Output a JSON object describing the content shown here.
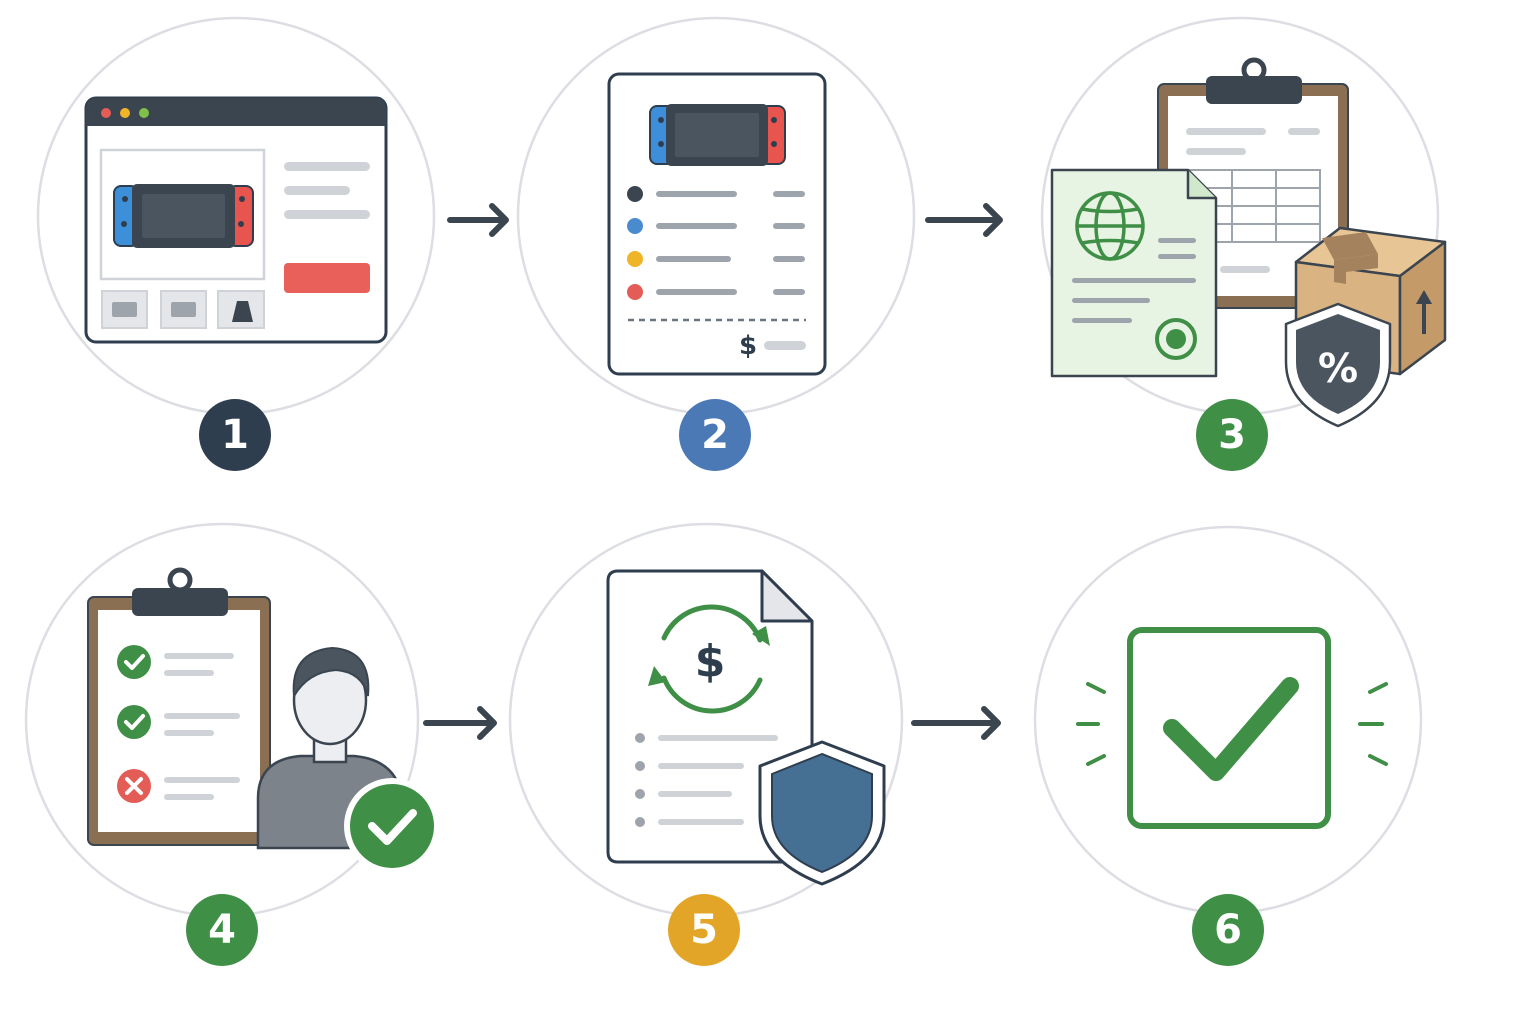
{
  "steps": [
    {
      "number": "1",
      "badge_color": "#2f3e4f",
      "icon": "online-store-product-page-icon"
    },
    {
      "number": "2",
      "badge_color": "#4a79b5",
      "icon": "invoice-receipt-icon"
    },
    {
      "number": "3",
      "badge_color": "#3f8f47",
      "icon": "customs-certificate-package-duty-icon"
    },
    {
      "number": "4",
      "badge_color": "#3f8f47",
      "icon": "customer-checklist-verification-icon"
    },
    {
      "number": "5",
      "badge_color": "#e2a528",
      "icon": "refund-document-protection-icon"
    },
    {
      "number": "6",
      "badge_color": "#3f8f47",
      "icon": "completed-checkmark-icon"
    }
  ],
  "receipt": {
    "currency_symbol": "$"
  },
  "duty": {
    "percent_symbol": "%"
  },
  "refund": {
    "currency_symbol": "$"
  },
  "colors": {
    "navy": "#3b4550",
    "green": "#3f8f47",
    "red": "#e35c55",
    "joycon_blue": "#3c8fd8",
    "joycon_red": "#e8544e",
    "cardboard": "#d9b382",
    "shield_blue": "#466f94"
  }
}
